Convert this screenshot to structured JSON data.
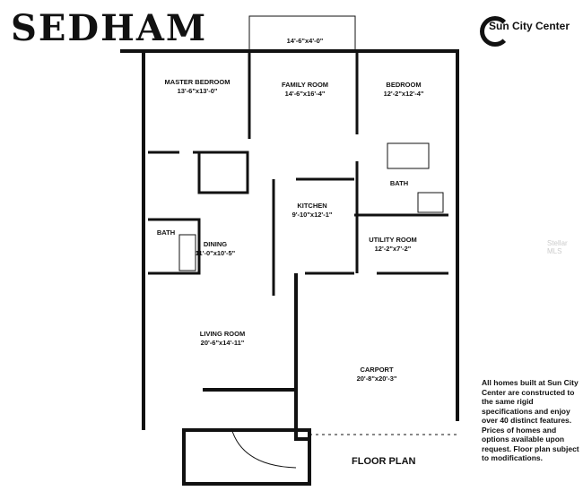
{
  "header": {
    "title": "SEDHAM",
    "brand": "Sun City Center"
  },
  "rooms": [
    {
      "name": "MASTER BEDROOM",
      "dims": "13'-6\"x13'-0\""
    },
    {
      "name": "FAMILY ROOM",
      "dims": "14'-6\"x16'-4\""
    },
    {
      "name": "BEDROOM",
      "dims": "12'-2\"x12'-4\""
    },
    {
      "name": "BATH",
      "dims": ""
    },
    {
      "name": "KITCHEN",
      "dims": "9'-10\"x12'-1\""
    },
    {
      "name": "BATH",
      "dims": ""
    },
    {
      "name": "DINING",
      "dims": "11'-0\"x10'-5\""
    },
    {
      "name": "UTILITY ROOM",
      "dims": "12'-2\"x7'-2\""
    },
    {
      "name": "LIVING ROOM",
      "dims": "20'-6\"x14'-11\""
    },
    {
      "name": "CARPORT",
      "dims": "20'-8\"x20'-3\""
    }
  ],
  "porch": {
    "dims": "14'-6\"x4'-0\""
  },
  "footer": {
    "label": "FLOOR PLAN",
    "note": "All homes built at Sun City Center are constructed to the same rigid specifications and enjoy over 40 distinct features. Prices of homes and options available upon request. Floor plan subject to modifications."
  },
  "watermark": "Stellar MLS"
}
